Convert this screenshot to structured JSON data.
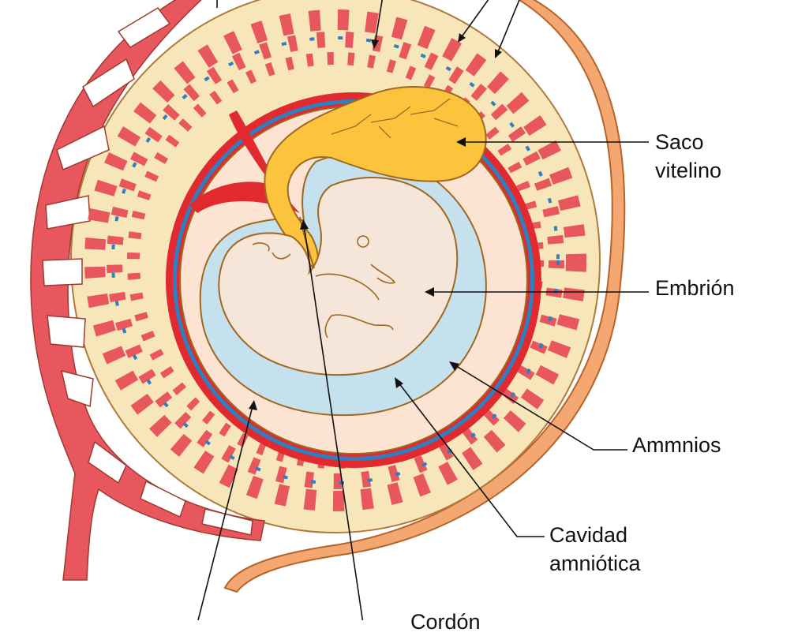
{
  "labels": {
    "saco_vitelino": [
      "Saco",
      "vitelino"
    ],
    "embrion": "Embrión",
    "ammnios": "Ammnios",
    "cavidad_amniotica": [
      "Cavidad",
      "amniótica"
    ],
    "cordon": "Cordón"
  },
  "colors": {
    "chorion_red": "#e8575e",
    "blood_red": "#e02a2f",
    "vessel_blue": "#2f7fc1",
    "decidua_cream": "#f8e6bb",
    "yolk_yellow": "#fcc43c",
    "amniotic_blue": "#c5e1ee",
    "embryo_skin": "#f6e5d9",
    "membrane_salmon": "#fce3d2",
    "outline_brown": "#a0681f",
    "uterine_wall_orange": "#f4a770"
  }
}
